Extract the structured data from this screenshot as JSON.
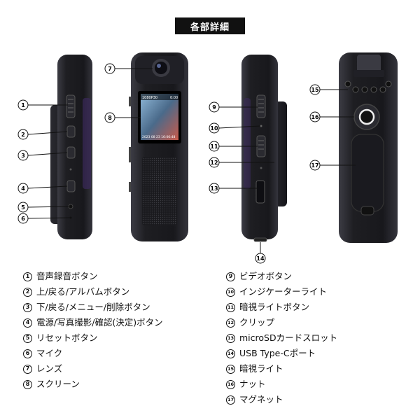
{
  "header": {
    "title": "各部詳細"
  },
  "screen": {
    "resolution": "1080P30",
    "time": "0:00",
    "timestamp": "2023 08 23 16:06:48"
  },
  "callouts": [
    {
      "num": "1",
      "label": "音声録音ボタン"
    },
    {
      "num": "2",
      "label": "上/戻る/アルバムボタン"
    },
    {
      "num": "3",
      "label": "下/戻る/メニュー/削除ボタン"
    },
    {
      "num": "4",
      "label": "電源/写真撮影/確認(決定)ボタン"
    },
    {
      "num": "5",
      "label": "リセットボタン"
    },
    {
      "num": "6",
      "label": "マイク"
    },
    {
      "num": "7",
      "label": "レンズ"
    },
    {
      "num": "8",
      "label": "スクリーン"
    },
    {
      "num": "9",
      "label": "ビデオボタン"
    },
    {
      "num": "10",
      "label": "インジケーターライト"
    },
    {
      "num": "11",
      "label": "暗視ライトボタン"
    },
    {
      "num": "12",
      "label": "クリップ"
    },
    {
      "num": "13",
      "label": "microSDカードスロット"
    },
    {
      "num": "14",
      "label": "USB Type-Cポート"
    },
    {
      "num": "15",
      "label": "暗視ライト"
    },
    {
      "num": "16",
      "label": "ナット"
    },
    {
      "num": "17",
      "label": "マグネット"
    }
  ],
  "colors": {
    "body": "#1c1c20",
    "edge": "#2d2d34",
    "accent": "#3a2a5a"
  }
}
